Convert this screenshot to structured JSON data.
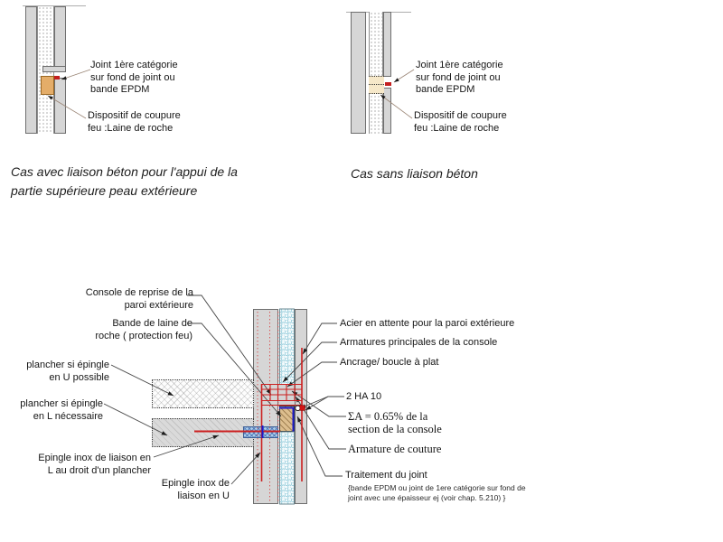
{
  "top_left": {
    "joint_label": "Joint 1ère catégorie\nsur fond de joint ou\nbande EPDM",
    "fire_label": "Dispositif de coupure\nfeu :Laine de roche",
    "caption": "Cas avec liaison béton pour l'appui de la\npartie supérieure peau extérieure"
  },
  "top_right": {
    "joint_label": "Joint 1ère catégorie\nsur fond de joint ou\nbande EPDM",
    "fire_label": "Dispositif de coupure\nfeu :Laine de roche",
    "caption": "Cas sans liaison béton"
  },
  "bottom": {
    "left_labels": {
      "console": "Console de reprise de la\nparoi extérieure",
      "laine": "Bande de laine de\nroche ( protection feu)",
      "plancher_u": "plancher si épingle\nen U possible",
      "plancher_l": "plancher si épingle\nen L nécessaire",
      "epingle_l": "Epingle inox de liaison  en\nL au droit d'un plancher",
      "epingle_u": "Epingle inox de\nliaison en U"
    },
    "right_labels": {
      "acier": "Acier en attente pour la paroi extérieure",
      "armatures": "Armatures principales de la console",
      "ancrage": "Ancrage/ boucle à plat",
      "ha10": "2 HA 10",
      "sigma": "ΣA = 0.65% de la\nsection de la console",
      "couture": "Armature de couture",
      "traitement": "Traitement du joint",
      "traitement_note": "{bande EPDM ou joint de 1ere catégorie sur fond de\njoint avec une épaisseur ej (voir chap. 5.210) }"
    }
  },
  "colors": {
    "rebar_red": "#cc2020",
    "epingle_blue": "#1a1acc",
    "laine_tan": "#ddbe8e",
    "wall_gray": "#d6d6d6",
    "honeycomb_blue": "#7fc2d4"
  }
}
